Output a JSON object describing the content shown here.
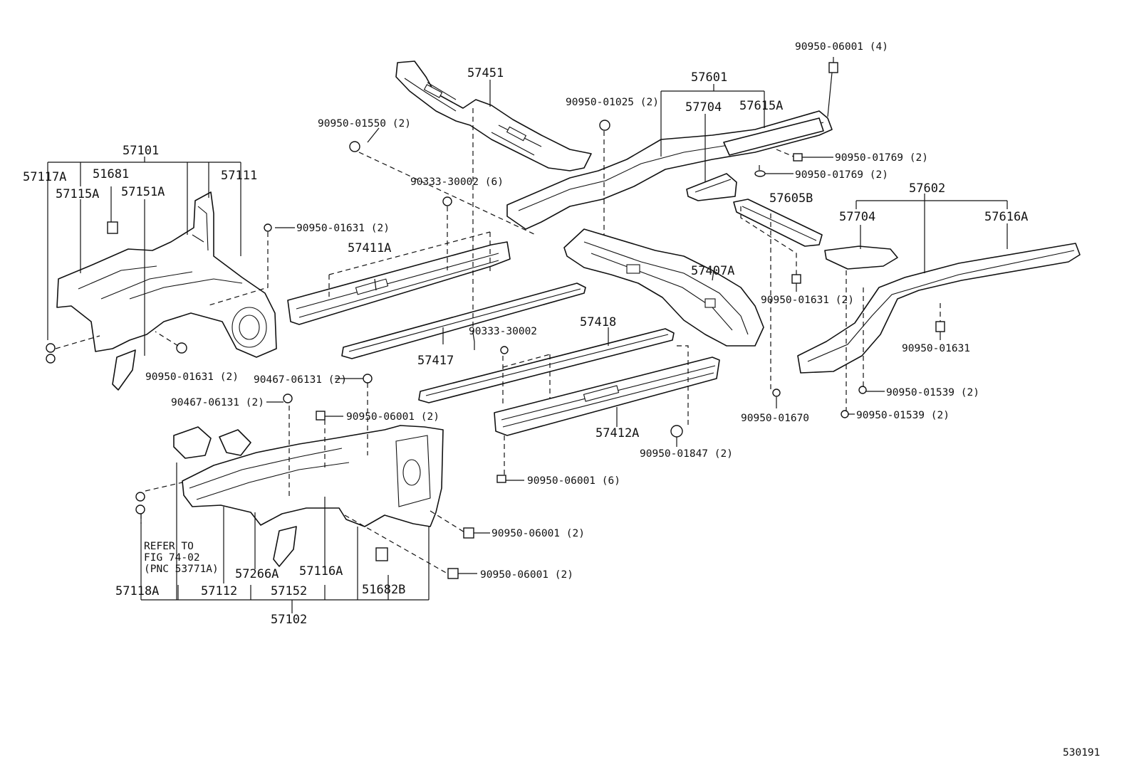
{
  "diagram": {
    "labels": {
      "p57451": "57451",
      "p90950_01550": "90950-01550 (2)",
      "p90333_30002_6": "90333-30002 (6)",
      "p57101": "57101",
      "p57117A": "57117A",
      "p51681": "51681",
      "p57111": "57111",
      "p57115A": "57115A",
      "p57151A": "57151A",
      "p90950_01631_2a": "90950-01631 (2)",
      "p57411A": "57411A",
      "p90950_01631_2b": "90950-01631 (2)",
      "p57417": "57417",
      "p90333_30002": "90333-30002",
      "p90467_06131_2a": "90467-06131 (2)",
      "p90467_06131_2b": "90467-06131 (2)",
      "p90950_06001_2a": "90950-06001 (2)",
      "p57418": "57418",
      "p57412A": "57412A",
      "p90950_01847": "90950-01847 (2)",
      "p90950_06001_6": "90950-06001 (6)",
      "p90950_06001_2b": "90950-06001 (2)",
      "p90950_06001_2c": "90950-06001 (2)",
      "refer1": "REFER TO",
      "refer2": "FIG 74-02",
      "refer3": "(PNC 53771A)",
      "p57266A": "57266A",
      "p57116A": "57116A",
      "p57118A": "57118A",
      "p57112": "57112",
      "p57152": "57152",
      "p51682B": "51682B",
      "p57102": "57102",
      "p90950_06001_4": "90950-06001 (4)",
      "p57601": "57601",
      "p90950_01025": "90950-01025 (2)",
      "p57704a": "57704",
      "p57615A": "57615A",
      "p90950_01769_a": "90950-01769 (2)",
      "p90950_01769_b": "90950-01769 (2)",
      "p57605B": "57605B",
      "p57407A": "57407A",
      "p57602": "57602",
      "p57704b": "57704",
      "p57616A": "57616A",
      "p90950_01631_2c": "90950-01631 (2)",
      "p90950_01631": "90950-01631",
      "p90950_01539_a": "90950-01539 (2)",
      "p90950_01539_b": "90950-01539 (2)",
      "p90950_01670": "90950-01670",
      "ref_no": "530191"
    }
  }
}
